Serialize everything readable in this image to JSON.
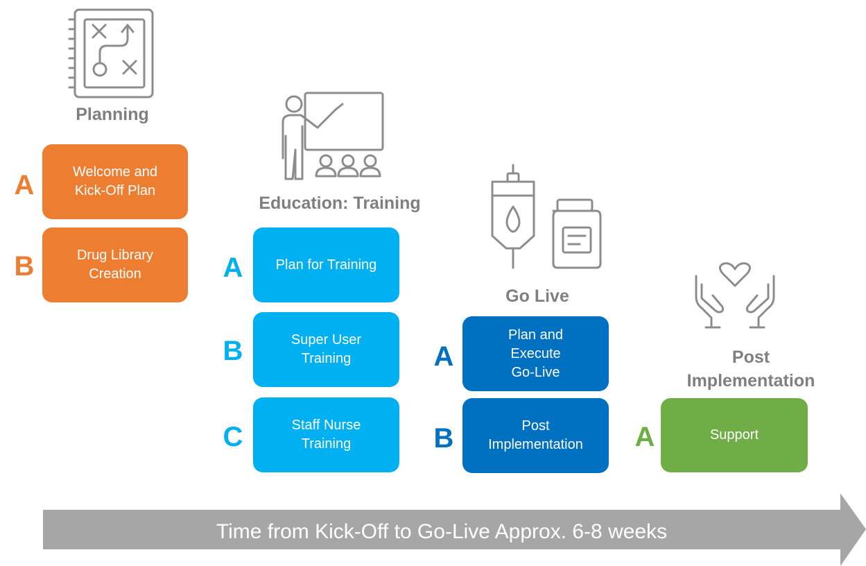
{
  "phases": {
    "planning": {
      "title": "Planning",
      "icon": "strategy-board-icon",
      "color": "#ed7d31",
      "steps": [
        {
          "letter": "A",
          "label": "Welcome and\nKick-Off Plan"
        },
        {
          "letter": "B",
          "label": "Drug Library\nCreation"
        }
      ]
    },
    "education": {
      "title": "Education: Training",
      "icon": "presentation-teacher-icon",
      "color": "#00b0f0",
      "steps": [
        {
          "letter": "A",
          "label": "Plan for Training"
        },
        {
          "letter": "B",
          "label": "Super User\nTraining"
        },
        {
          "letter": "C",
          "label": "Staff Nurse\nTraining"
        }
      ]
    },
    "golive": {
      "title": "Go Live",
      "icon": "iv-bag-medicine-bottle-icon",
      "color": "#0070c0",
      "steps": [
        {
          "letter": "A",
          "label": "Plan and\nExecute\nGo-Live"
        },
        {
          "letter": "B",
          "label": "Post\nImplementation"
        }
      ]
    },
    "post": {
      "title": "Post\nImplementation",
      "icon": "hands-heart-icon",
      "color": "#70ad47",
      "steps": [
        {
          "letter": "A",
          "label": "Support"
        }
      ]
    }
  },
  "timeline": {
    "label": "Time from Kick-Off to Go-Live Approx. 6-8 weeks",
    "color": "#a6a6a6"
  }
}
